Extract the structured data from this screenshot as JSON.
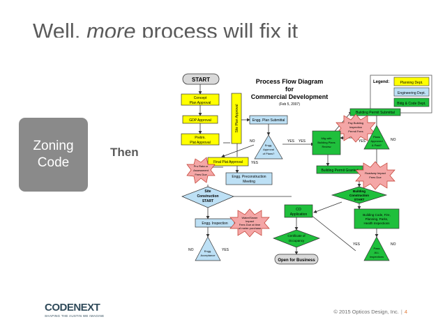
{
  "title": {
    "part1": "Well, ",
    "part2": "more",
    "part3": " process will fix it"
  },
  "left_box": {
    "line1": "Zoning",
    "line2": "Code"
  },
  "then_label": "Then",
  "diagram": {
    "title_line1": "Process Flow Diagram",
    "title_line2": "for",
    "title_line3": "Commercial Development",
    "date": "(Feb 5, 2007)",
    "legend_title": "Legend:",
    "legend_planning": "Planning Dept.",
    "legend_engineering": "Engineering Dept.",
    "legend_bldg": "Bldg & Code Dept.",
    "start": "START",
    "concept1": "Concept",
    "concept2": "Plan Approval",
    "gdp": "GDP Approval",
    "prelim1": "Prelim.",
    "prelim2": "Plat Approval",
    "site_plan": "Site Plan Approval",
    "engg_plan_submittal": "Engg. Plan Submittal",
    "engg_approval1": "Engg.",
    "engg_approval2": "Approval",
    "engg_approval3": "of Plans?",
    "no": "NO",
    "yes": "YES",
    "final_plat": "Final Plat Approval",
    "prorata1": "Pro Rata or",
    "prorata2": "Assessment",
    "prorata3": "Fees Due",
    "engg_precon1": "Engg. Preconstruction",
    "engg_precon2": "Meeting",
    "site_con1": "Site",
    "site_con2": "Construction",
    "site_con3": "START",
    "engg_inspection": "Engg. Inspection",
    "water1": "Water/Sewer",
    "water2": "Impact",
    "water3": "Fees Due at time",
    "water4": "of meter purchase",
    "engg_accept1": "Engg.",
    "engg_accept2": "Acceptance",
    "co1": "CO",
    "co2": "Application",
    "cert1": "Certificate of",
    "cert2": "Occupancy",
    "open_business": "Open for Business",
    "bp_submittal": "Building Permit Submittal",
    "pay1": "Pay Building",
    "pay2": "Inspection",
    "pay3": "Permit Fees",
    "mtg1": "Mtg with",
    "mtg2": "Building Plans",
    "mtg3": "Review",
    "plans1": "Plans",
    "plans2": "Approved",
    "plans3": "& Paid?",
    "bp_granted": "Building Permit Granted",
    "roadway1": "Roadway Impact",
    "roadway2": "Fees Due",
    "building1": "Building",
    "building2": "Construction",
    "building3": "START",
    "bldg_code1": "Building Code, Fire,",
    "bldg_code2": "Planning, Parks,",
    "bldg_code3": "Health Inspections",
    "pass1": "Pass",
    "pass2": "ALL",
    "pass3": "Inspections"
  },
  "footer": {
    "logo_code": "CODE",
    "logo_next": "NEXT",
    "logo_tagline": "SHAPING THE AUSTIN WE IMAGINE",
    "copyright": "© 2015 Opticos Design, Inc.",
    "pipe": "|",
    "page_number": "4"
  }
}
